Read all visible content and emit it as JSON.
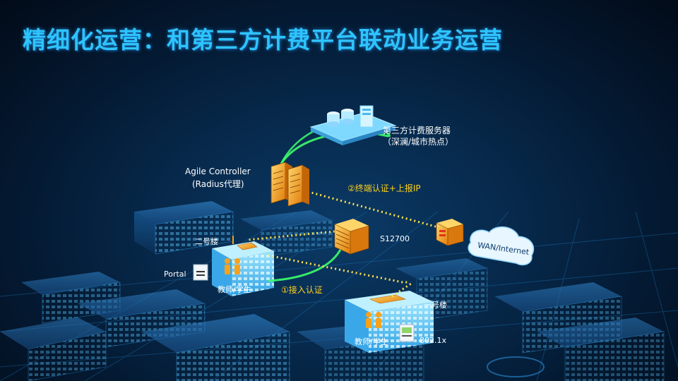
{
  "title": "精细化运营：和第三方计费平台联动业务运营",
  "nodes": {
    "billing_server": {
      "line1": "第三方计费服务器",
      "line2": "（深澜/城市热点）"
    },
    "controller": {
      "line1": "Agile  Controller",
      "line2": "(Radius代理)"
    },
    "switch": {
      "label": "S12700"
    },
    "wan": {
      "label": "WAN/Internet"
    },
    "building2": {
      "label": "二号楼",
      "users": "教师/学生",
      "portal": "Portal"
    },
    "building1": {
      "label": "一号楼",
      "users": "教师/学生",
      "auth": "802.1x"
    }
  },
  "flows": {
    "step1": "①接入认证",
    "step2": "②终端认证+上报IP"
  },
  "colors": {
    "title": "#2ec4ff",
    "green_link": "#3dff6a",
    "yellow_link": "#ffe14d",
    "device_orange": "#f7a21b",
    "label_yellow": "#ffd21a"
  }
}
